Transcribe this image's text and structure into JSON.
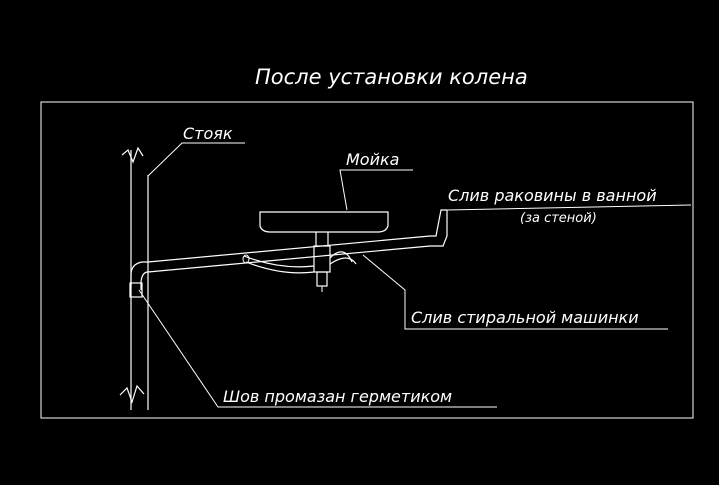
{
  "title": "После установки колена",
  "labels": {
    "riser": "Стояк",
    "sink": "Мойка",
    "bath_drain": "Слив раковины в ванной",
    "behind_wall": "(за стеной)",
    "washer_drain": "Слив стиральной машинки",
    "seam": "Шов промазан герметиком"
  },
  "colors": {
    "background": "#000000",
    "stroke": "#ffffff"
  }
}
